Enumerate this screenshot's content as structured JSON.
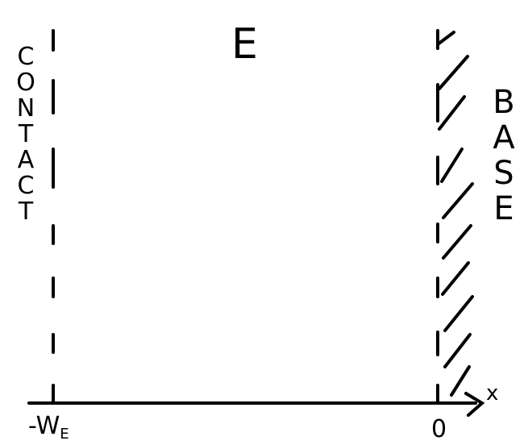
{
  "diagram": {
    "region_label": "E",
    "left_side_label": "CONTACT",
    "right_side_label": "BASE",
    "axis": {
      "name": "x",
      "left_tick_label": "-W",
      "left_tick_subscript": "E",
      "right_tick_label": "0"
    }
  }
}
